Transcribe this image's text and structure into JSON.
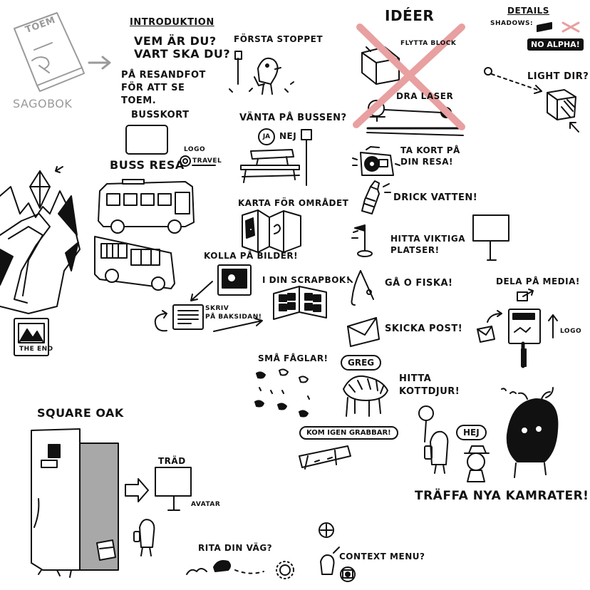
{
  "book": {
    "title": "TOEM",
    "label": "SAGOBOK"
  },
  "intro": {
    "heading": "INTRODUKTION",
    "line1": "VEM ÄR DU?",
    "line2": "VART SKA DU?",
    "line3": "PÅ RESANDFOT",
    "line4": "FÖR ATT SE",
    "line5": "TOEM.",
    "line6": "BUSSKORT"
  },
  "bus": {
    "title": "BUSS RESA",
    "logo_small": "LOGO",
    "logo_brand": "TRAVEL"
  },
  "end_card": {
    "label": "THE END"
  },
  "first_stop": {
    "title": "FÖRSTA STOPPET"
  },
  "wait_bus": {
    "title": "VÄNTA PÅ BUSSEN?",
    "yes": "JA",
    "no": "NEJ"
  },
  "map": {
    "title": "KARTA FÖR OMRÅDET"
  },
  "photos": {
    "look": "KOLLA PÅ BILDER!",
    "scrapbook": "I DIN SCRAPBOK!",
    "write_l1": "SKRIV",
    "write_l2": "PÅ BAKSIDAN!"
  },
  "ideas": {
    "title": "IDÉER",
    "move": "FLYTTA BLOCK",
    "laser": "DRA LASER"
  },
  "details": {
    "title": "DETAILS",
    "shadows": "SHADOWS:",
    "no_alpha": "NO ALPHA!",
    "light": "LIGHT DIR?"
  },
  "tasks": {
    "photo_l1": "TA KORT PÅ",
    "photo_l2": "DIN RESA!",
    "water": "DRICK VATTEN!",
    "places_l1": "HITTA VIKTIGA",
    "places_l2": "PLATSER!",
    "fish": "GÅ O FISKA!",
    "media": "DELA PÅ MEDIA!",
    "post": "SKICKA POST!",
    "logo": "LOGO",
    "animals_l1": "HITTA",
    "animals_l2": "KOTTDJUR!",
    "birds": "SMÅ FÅGLAR!",
    "greg": "GREG",
    "come": "KOM IGEN GRABBAR!",
    "hej": "HEJ",
    "friends": "TRÄFFA NYA KAMRATER!"
  },
  "oak": {
    "title": "SQUARE OAK",
    "tree": "TRÄD",
    "avatar": "AVATAR"
  },
  "path": {
    "draw": "RITA DIN VÄG?",
    "context": "CONTEXT MENU?"
  },
  "colors": {
    "ink": "#111111",
    "red_cross": "#e8a0a0",
    "gray": "#9a9a9a",
    "paper": "#ffffff",
    "wall": "#a8a8a8"
  }
}
